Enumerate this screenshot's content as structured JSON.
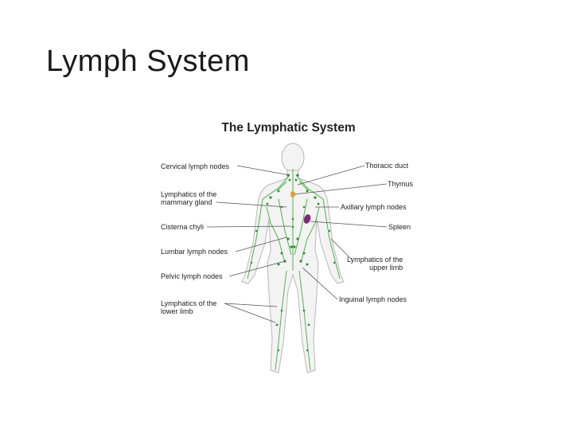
{
  "slide": {
    "title": "Lymph System"
  },
  "figure": {
    "title": "The Lymphatic System",
    "left_labels": {
      "cervical": "Cervical lymph nodes",
      "mammary_1": "Lymphatics of the",
      "mammary_2": "mammary gland",
      "cisterna": "Cisterna chyli",
      "lumbar": "Lumbar lymph nodes",
      "pelvic": "Pelvic lymph nodes",
      "lower_limb_1": "Lymphatics of the",
      "lower_limb_2": "lower limb"
    },
    "right_labels": {
      "thoracic": "Thoracic duct",
      "thymus": "Thymus",
      "axillary": "Axillary lymph nodes",
      "spleen": "Spleen",
      "upper_limb_1": "Lymphatics of the",
      "upper_limb_2": "upper limb",
      "inguinal": "Inguinal lymph nodes"
    },
    "colors": {
      "lymph": "#3cae3c",
      "node": "#2f8f2f",
      "spleen": "#7a2a78",
      "thymus": "#e0a040",
      "body_outline": "#b8b8b8",
      "body_fill": "#f2f2f2",
      "leader_line": "#555555"
    }
  }
}
